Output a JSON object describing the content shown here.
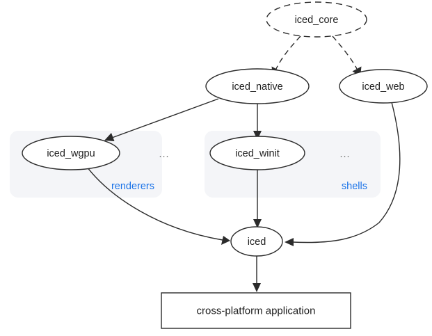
{
  "diagram": {
    "type": "dependency-graph",
    "background_color": "#ffffff",
    "node_stroke_color": "#2b2b2b",
    "cluster_fill_color": "#f4f5f8",
    "cluster_label_color": "#1a73e8",
    "nodes": [
      {
        "id": "iced_core",
        "label": "iced_core",
        "shape": "ellipse",
        "style": "dashed"
      },
      {
        "id": "iced_native",
        "label": "iced_native",
        "shape": "ellipse",
        "style": "solid"
      },
      {
        "id": "iced_web",
        "label": "iced_web",
        "shape": "ellipse",
        "style": "solid"
      },
      {
        "id": "iced_wgpu",
        "label": "iced_wgpu",
        "shape": "ellipse",
        "style": "solid"
      },
      {
        "id": "iced_winit",
        "label": "iced_winit",
        "shape": "ellipse",
        "style": "solid"
      },
      {
        "id": "iced",
        "label": "iced",
        "shape": "ellipse",
        "style": "solid"
      },
      {
        "id": "app",
        "label": "cross-platform application",
        "shape": "rectangle",
        "style": "solid"
      }
    ],
    "clusters": [
      {
        "id": "renderers",
        "label": "renderers",
        "ellipsis": "...",
        "members": [
          "iced_wgpu"
        ]
      },
      {
        "id": "shells",
        "label": "shells",
        "ellipsis": "...",
        "members": [
          "iced_winit"
        ]
      }
    ],
    "edges": [
      {
        "from": "iced_core",
        "to": "iced_native",
        "style": "dashed"
      },
      {
        "from": "iced_core",
        "to": "iced_web",
        "style": "dashed"
      },
      {
        "from": "iced_native",
        "to": "iced_wgpu",
        "style": "solid"
      },
      {
        "from": "iced_native",
        "to": "iced_winit",
        "style": "solid"
      },
      {
        "from": "iced_wgpu",
        "to": "iced",
        "style": "solid"
      },
      {
        "from": "iced_winit",
        "to": "iced",
        "style": "solid"
      },
      {
        "from": "iced_web",
        "to": "iced",
        "style": "solid"
      },
      {
        "from": "iced",
        "to": "app",
        "style": "solid"
      }
    ]
  }
}
